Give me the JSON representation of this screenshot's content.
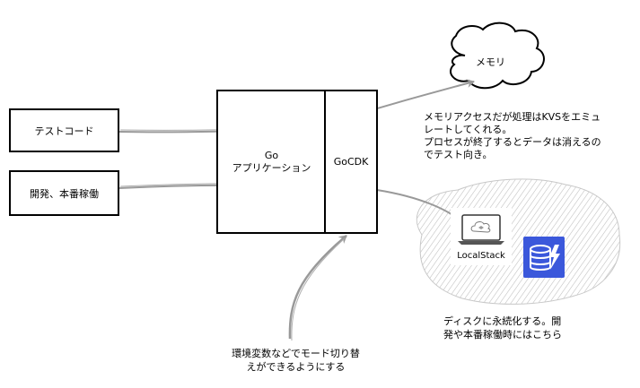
{
  "nodes": {
    "test_code": "テストコード",
    "dev_prod": "開発、本番稼働",
    "go_app_line1": "Go",
    "go_app_line2": "アプリケーション",
    "gocdk": "GoCDK",
    "memory": "メモリ",
    "localstack": "LocalStack"
  },
  "notes": {
    "memory_note_lines": [
      "メモリアクセスだが処理はKVSをエミュ",
      "レートしてくれる。",
      "プロセスが終了するとデータは消えるの",
      "でテスト向き。"
    ],
    "disk_note_lines": [
      "ディスクに永続化する。開",
      "発や本番稼働時にはこちら"
    ],
    "env_note_lines": [
      "環境変数などでモード切り替",
      "えができるようにする"
    ]
  },
  "colors": {
    "arrow": "#999999",
    "border": "#000000",
    "hatch": "#c8c8c8",
    "dynamo_blue": "#2e52d8"
  },
  "icons": {
    "localstack": "laptop-cloud-icon",
    "dynamodb": "dynamodb-icon"
  }
}
